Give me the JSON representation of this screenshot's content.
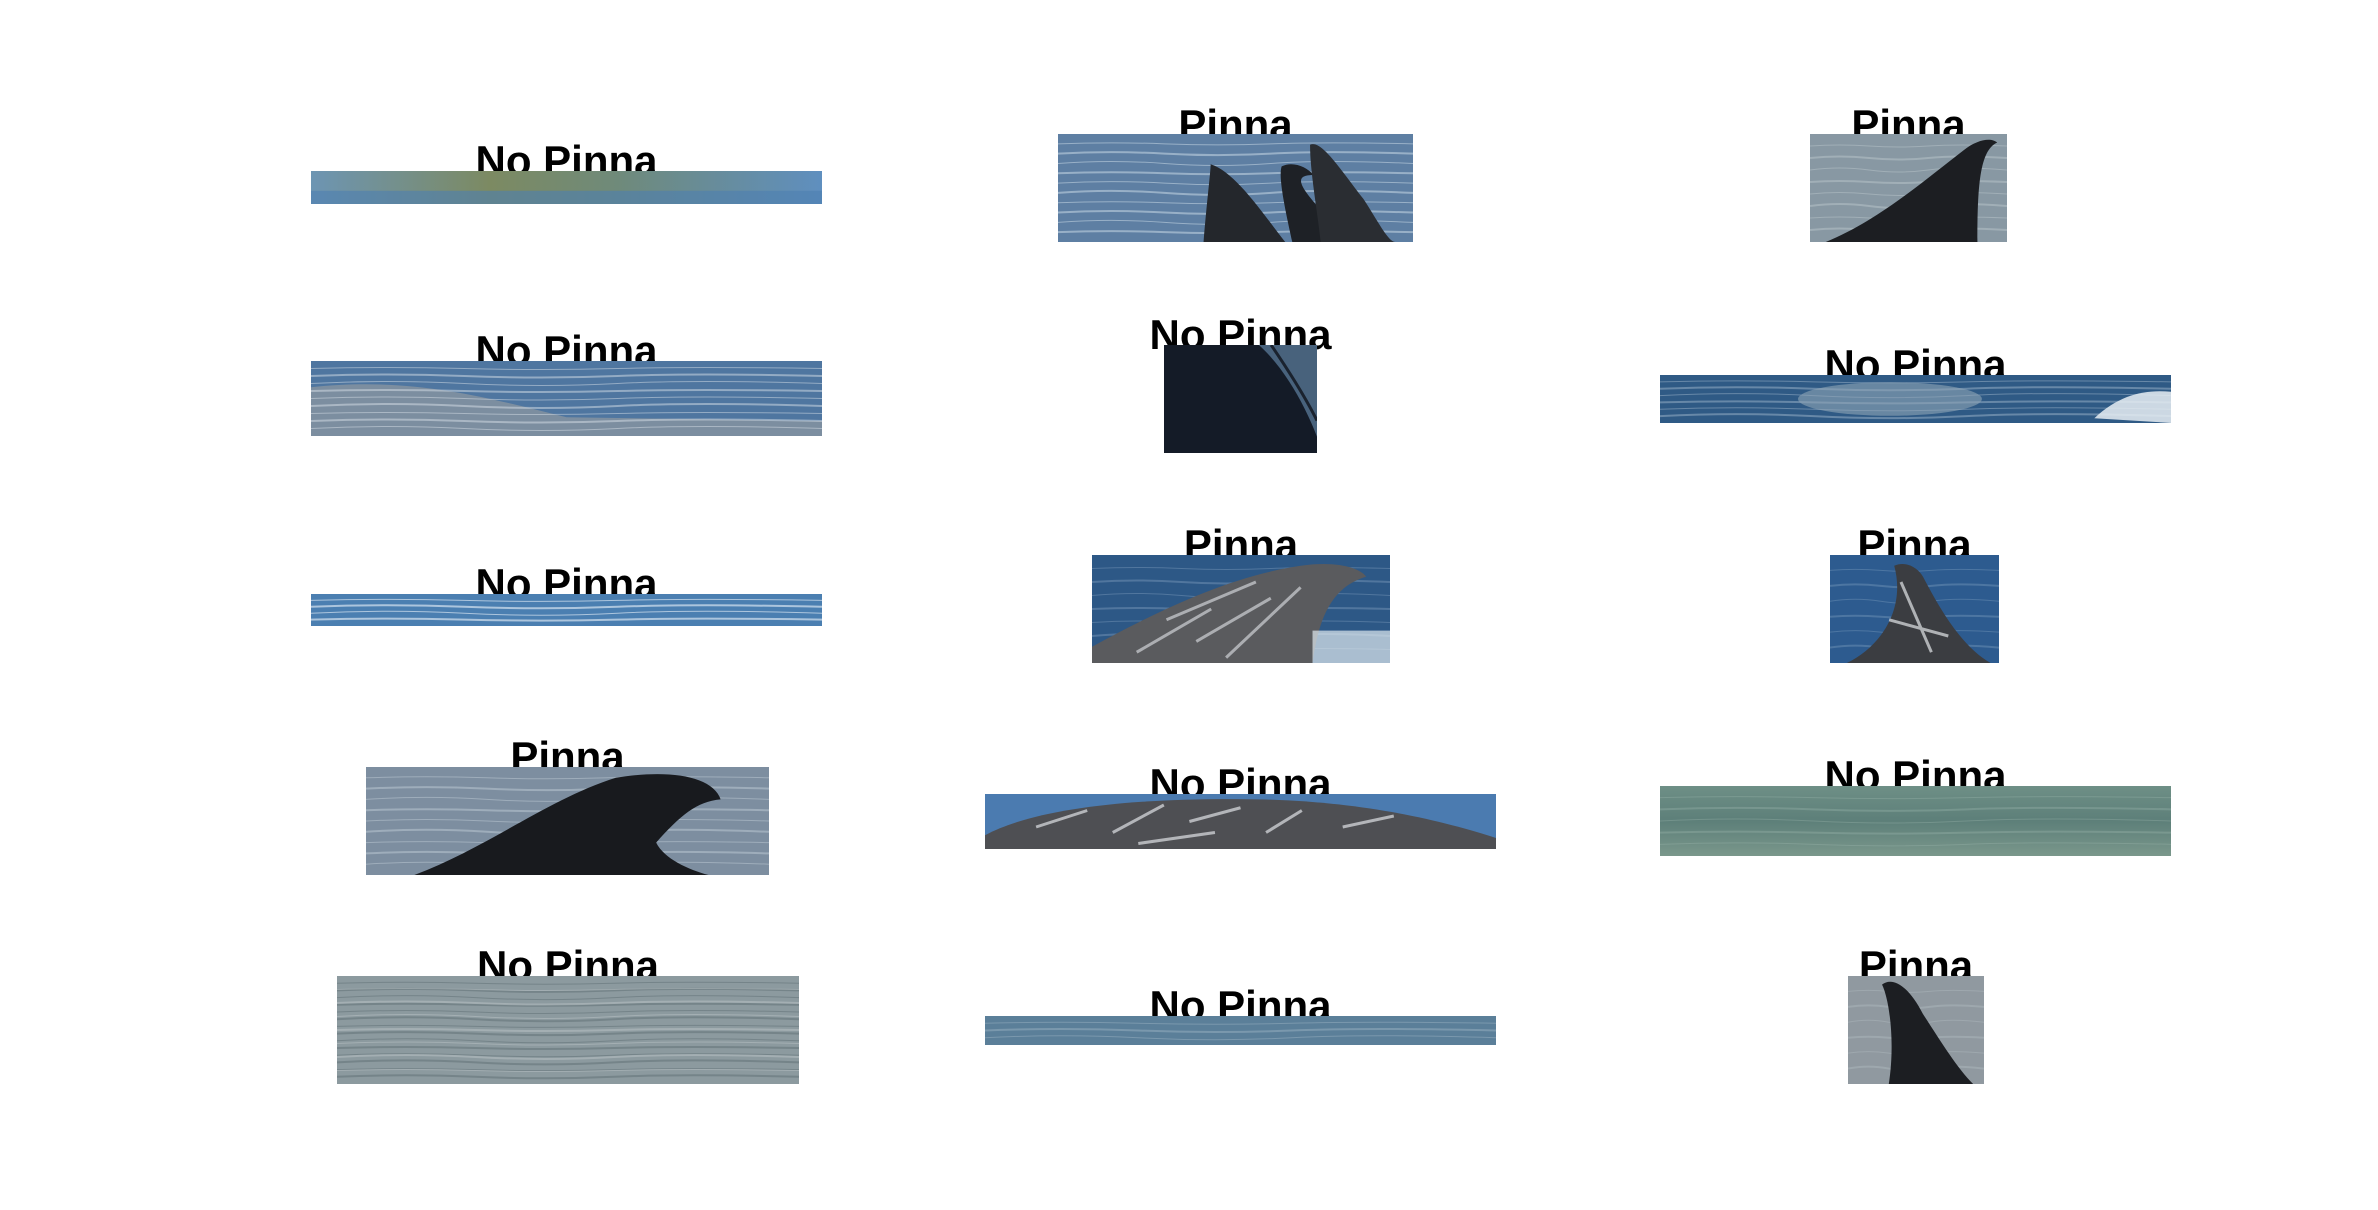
{
  "figure": {
    "panels": [
      {
        "id": "r1c1",
        "label": "No Pinna",
        "scene": "blur-green",
        "thumb": "sea-surface-crop"
      },
      {
        "id": "r1c2",
        "label": "Pinna",
        "scene": "two-fins",
        "thumb": "two-dorsal-fins-crop"
      },
      {
        "id": "r1c3",
        "label": "Pinna",
        "scene": "fin-grey",
        "thumb": "dorsal-fin-crop"
      },
      {
        "id": "r2c1",
        "label": "No Pinna",
        "scene": "water-wave",
        "thumb": "sea-surface-crop"
      },
      {
        "id": "r2c2",
        "label": "No Pinna",
        "scene": "dark-square",
        "thumb": "dark-body-crop"
      },
      {
        "id": "r2c3",
        "label": "No Pinna",
        "scene": "water-splash",
        "thumb": "sea-splash-crop"
      },
      {
        "id": "r3c1",
        "label": "No Pinna",
        "scene": "water-thin",
        "thumb": "sea-surface-crop"
      },
      {
        "id": "r3c2",
        "label": "Pinna",
        "scene": "fin-scarred-wide",
        "thumb": "scarred-dorsal-fin-crop"
      },
      {
        "id": "r3c3",
        "label": "Pinna",
        "scene": "fin-scarred-narrow",
        "thumb": "scarred-dorsal-fin-crop"
      },
      {
        "id": "r4c1",
        "label": "Pinna",
        "scene": "fin-black",
        "thumb": "dorsal-fin-crop"
      },
      {
        "id": "r4c2",
        "label": "No Pinna",
        "scene": "body-scarred",
        "thumb": "scarred-back-crop"
      },
      {
        "id": "r4c3",
        "label": "No Pinna",
        "scene": "blur-teal",
        "thumb": "sea-surface-crop"
      },
      {
        "id": "r5c1",
        "label": "No Pinna",
        "scene": "water-grey",
        "thumb": "sea-surface-crop"
      },
      {
        "id": "r5c2",
        "label": "No Pinna",
        "scene": "water-strip",
        "thumb": "sea-surface-crop"
      },
      {
        "id": "r5c3",
        "label": "Pinna",
        "scene": "fin-small",
        "thumb": "dorsal-fin-crop"
      }
    ]
  },
  "colors": {
    "background": "#ffffff",
    "title_text": "#000000",
    "water_blue": "#4f7fa8",
    "water_grey": "#8f9ea3",
    "fin_dark": "#1c1e22"
  }
}
